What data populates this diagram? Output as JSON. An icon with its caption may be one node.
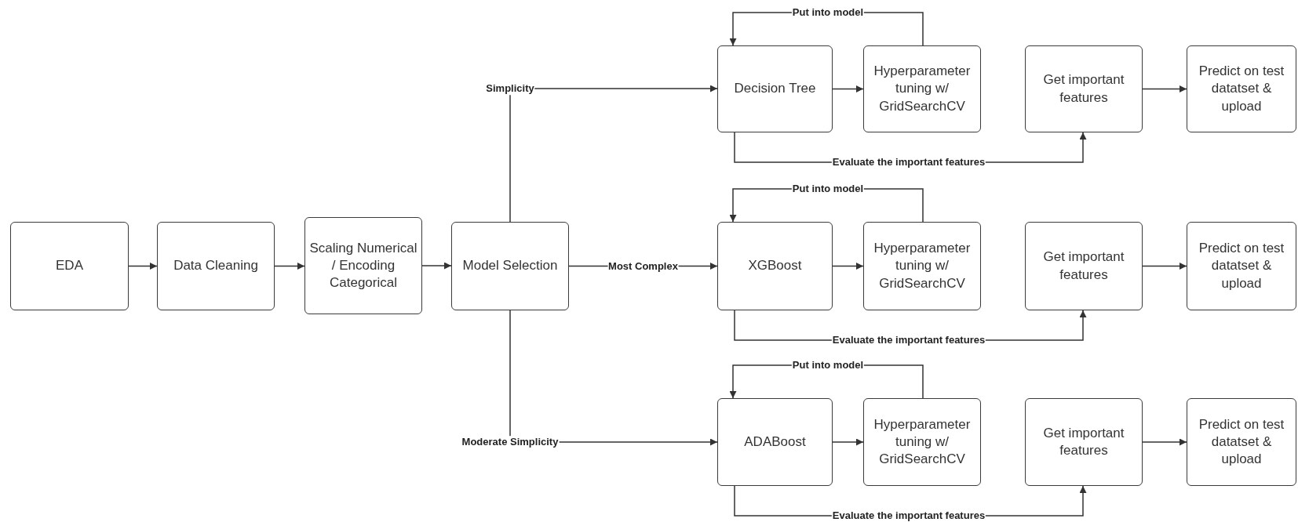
{
  "diagram": {
    "nodes": [
      {
        "text": [
          "EDA"
        ]
      },
      {
        "text": [
          "Data Cleaning"
        ]
      },
      {
        "text": [
          "Scaling Numerical / Encoding Categorical"
        ]
      },
      {
        "text": [
          "Model Selection"
        ]
      },
      {
        "text": [
          "Decision Tree"
        ]
      },
      {
        "text": [
          "Hyperparameter tuning w/ GridSearchCV"
        ]
      },
      {
        "text": [
          "Get important features"
        ]
      },
      {
        "text": [
          "Predict on test datatset & upload"
        ]
      },
      {
        "text": [
          "XGBoost"
        ]
      },
      {
        "text": [
          "Hyperparameter tuning w/ GridSearchCV"
        ]
      },
      {
        "text": [
          "Get important features"
        ]
      },
      {
        "text": [
          "Predict on test datatset & upload"
        ]
      },
      {
        "text": [
          "ADABoost"
        ]
      },
      {
        "text": [
          "Hyperparameter tuning w/ GridSearchCV"
        ]
      },
      {
        "text": [
          "Get important features"
        ]
      },
      {
        "text": [
          "Predict on test datatset & upload"
        ]
      }
    ],
    "edges": [
      {
        "from": 0,
        "to": 1,
        "arrow": "to"
      },
      {
        "from": 1,
        "to": 2,
        "arrow": "to"
      },
      {
        "from": 2,
        "to": 3,
        "arrow": "to"
      },
      {
        "from": 3,
        "to": 4,
        "arrow": "to",
        "label": "Simplicity"
      },
      {
        "from": 3,
        "to": 8,
        "arrow": "to",
        "label": "Most Complex"
      },
      {
        "from": 3,
        "to": 12,
        "arrow": "to",
        "label": "Moderate Simplicity"
      },
      {
        "from": 4,
        "to": 5,
        "arrow": "to"
      },
      {
        "from": 5,
        "to": 4,
        "arrow": "to",
        "label": "Put into model"
      },
      {
        "from": 4,
        "to": 6,
        "arrow": "to",
        "label": "Evaluate the important features"
      },
      {
        "from": 6,
        "to": 7,
        "arrow": "to"
      },
      {
        "from": 8,
        "to": 9,
        "arrow": "to"
      },
      {
        "from": 9,
        "to": 8,
        "arrow": "to",
        "label": "Put into model"
      },
      {
        "from": 8,
        "to": 10,
        "arrow": "to",
        "label": "Evaluate the important features"
      },
      {
        "from": 10,
        "to": 11,
        "arrow": "to"
      },
      {
        "from": 12,
        "to": 13,
        "arrow": "to"
      },
      {
        "from": 13,
        "to": 12,
        "arrow": "to",
        "label": "Put into model"
      },
      {
        "from": 12,
        "to": 14,
        "arrow": "to",
        "label": "Evaluate the important features"
      },
      {
        "from": 14,
        "to": 15,
        "arrow": "to"
      }
    ]
  }
}
